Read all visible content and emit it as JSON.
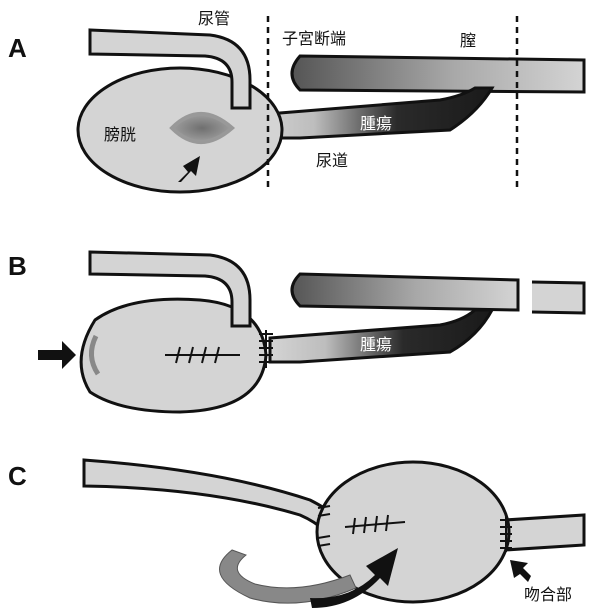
{
  "panels": {
    "a": "A",
    "b": "B",
    "c": "C"
  },
  "labels": {
    "ureter": "尿管",
    "uterine_stump": "子宮断端",
    "vagina": "膣",
    "bladder": "膀胱",
    "fistula_a": "腫瘍",
    "urethra": "尿道",
    "fistula_b": "腫瘍",
    "anastomosis": "吻合部"
  },
  "colors": {
    "organ_fill": "#d4d4d4",
    "outline": "#111111",
    "fistula_dark": "#222222",
    "lesion": "#8a8a8a"
  }
}
